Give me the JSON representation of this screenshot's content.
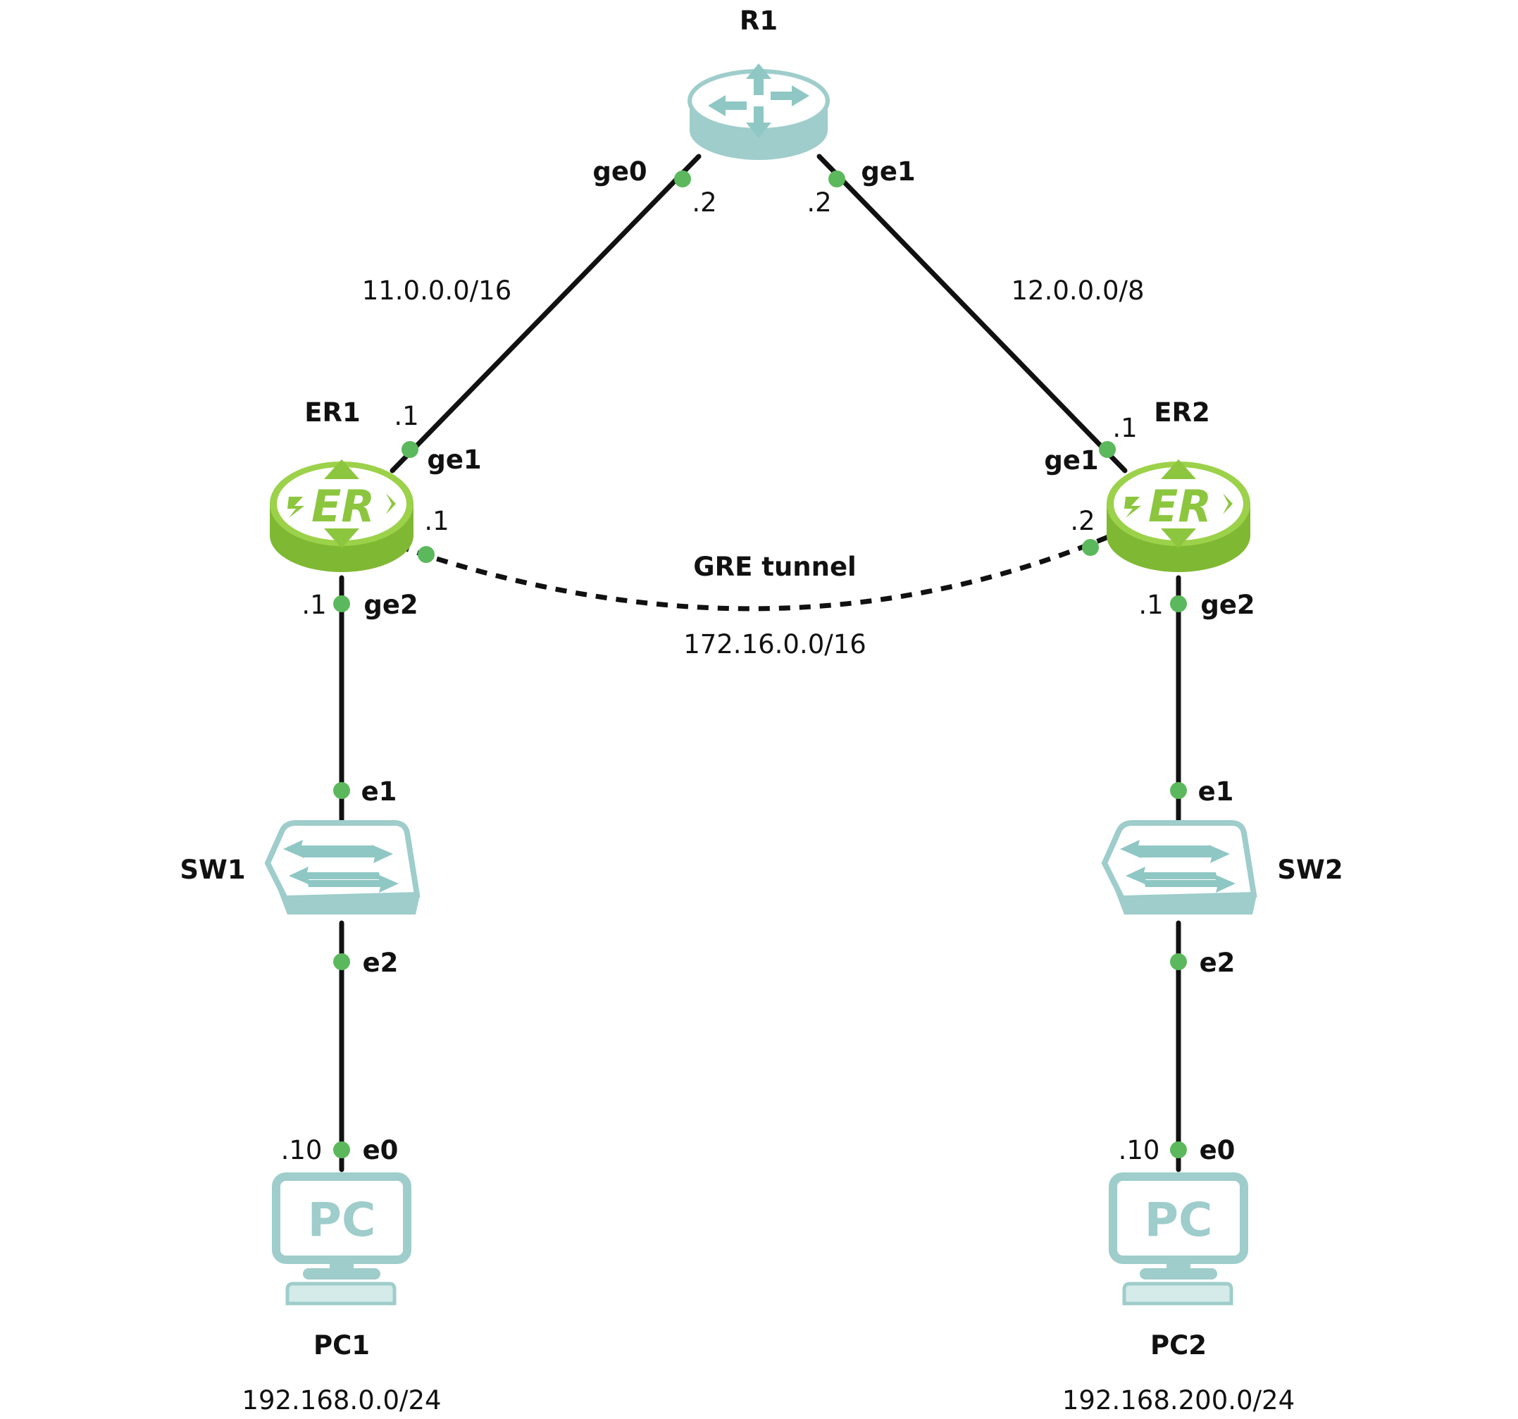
{
  "colors": {
    "port": "#5cb85c",
    "device_teal": "#9ecdcb",
    "device_teal_light": "#e6f3f2",
    "edge_router_green": "#8cc63f",
    "line": "#111111"
  },
  "nodes": {
    "r1": {
      "label": "R1",
      "icon": "router-icon"
    },
    "er1": {
      "label": "ER1",
      "icon": "edge-router-icon",
      "icon_text": "ER"
    },
    "er2": {
      "label": "ER2",
      "icon": "edge-router-icon",
      "icon_text": "ER"
    },
    "sw1": {
      "label": "SW1",
      "icon": "switch-icon"
    },
    "sw2": {
      "label": "SW2",
      "icon": "switch-icon"
    },
    "pc1": {
      "label": "PC1",
      "icon": "pc-icon",
      "icon_text": "PC",
      "network": "192.168.0.0/24"
    },
    "pc2": {
      "label": "PC2",
      "icon": "pc-icon",
      "icon_text": "PC",
      "network": "192.168.200.0/24"
    }
  },
  "links": {
    "r1_er1": {
      "network": "11.0.0.0/16"
    },
    "r1_er2": {
      "network": "12.0.0.0/8"
    },
    "tunnel": {
      "name": "GRE tunnel",
      "network": "172.16.0.0/16"
    }
  },
  "ports": {
    "r1_ge0": {
      "name": "ge0",
      "addr": ".2"
    },
    "r1_ge1": {
      "name": "ge1",
      "addr": ".2"
    },
    "er1_ge1": {
      "name": "ge1",
      "addr": ".1"
    },
    "er2_ge1": {
      "name": "ge1",
      "addr": ".1"
    },
    "er1_tun": {
      "addr": ".1"
    },
    "er2_tun": {
      "addr": ".2"
    },
    "er1_ge2": {
      "name": "ge2",
      "addr": ".1"
    },
    "er2_ge2": {
      "name": "ge2",
      "addr": ".1"
    },
    "sw1_e1": {
      "name": "e1"
    },
    "sw1_e2": {
      "name": "e2"
    },
    "sw2_e1": {
      "name": "e1"
    },
    "sw2_e2": {
      "name": "e2"
    },
    "pc1_e0": {
      "name": "e0",
      "addr": ".10"
    },
    "pc2_e0": {
      "name": "e0",
      "addr": ".10"
    }
  }
}
